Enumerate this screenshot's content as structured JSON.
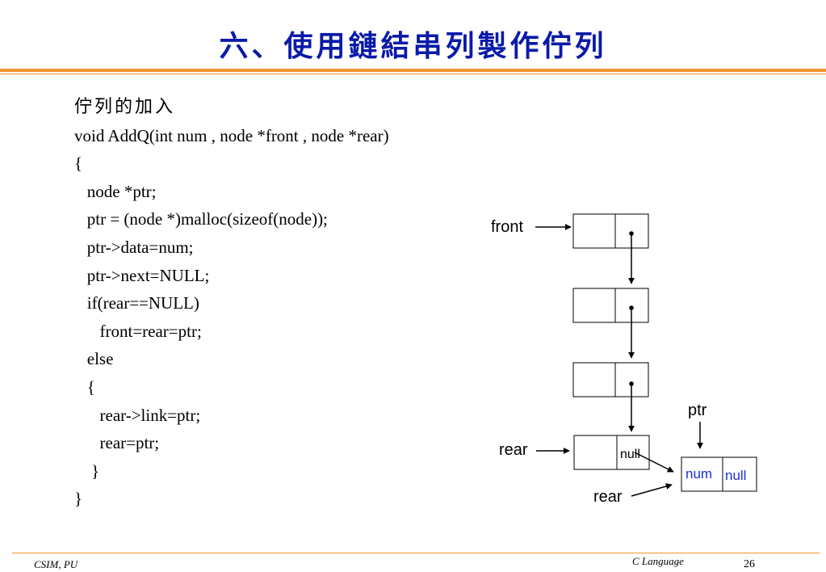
{
  "title": "六、使用鏈結串列製作佇列",
  "code_lines": [
    "佇列的加入",
    "void AddQ(int num , node *front , node *rear)",
    "{",
    "   node *ptr;",
    "   ptr = (node *)malloc(sizeof(node));",
    "   ptr->data=num;",
    "   ptr->next=NULL;",
    "   if(rear==NULL)",
    "      front=rear=ptr;",
    "   else",
    "   {",
    "      rear->link=ptr;",
    "      rear=ptr;",
    "    }",
    "}"
  ],
  "diagram": {
    "front_label": "front",
    "rear_label": "rear",
    "rear_new_label": "rear",
    "ptr_label": "ptr",
    "last_node_null": "null",
    "new_node_data": "num",
    "new_node_null": "null",
    "accent_color": "#1a2fd0"
  },
  "footer": {
    "left": "CSIM, PU",
    "center": "C Language",
    "page_number": "26"
  }
}
